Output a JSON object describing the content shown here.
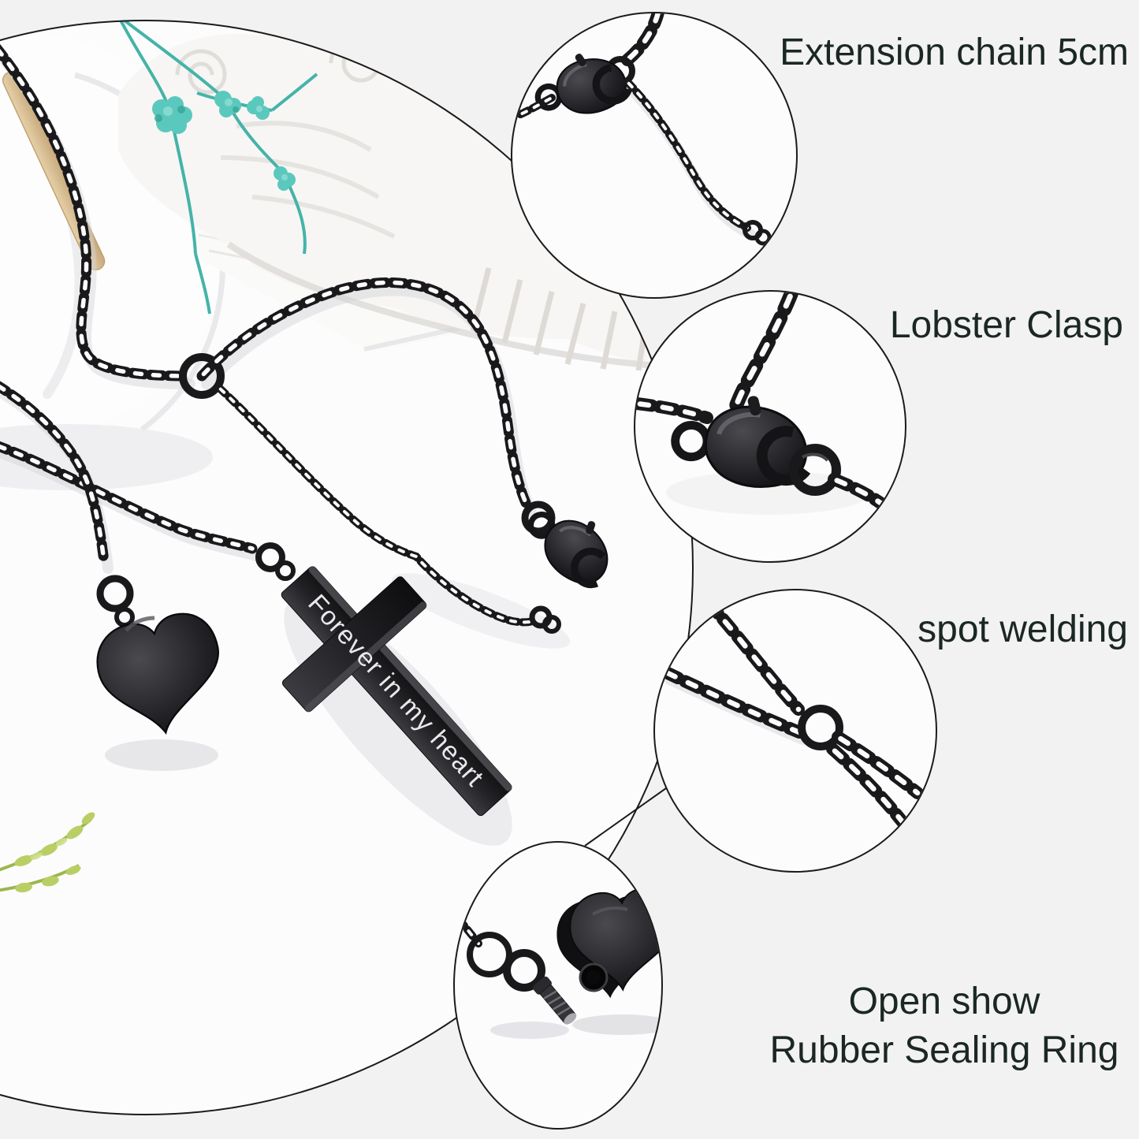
{
  "labels": {
    "extension_chain": "Extension chain 5cm",
    "lobster_clasp": "Lobster Clasp",
    "spot_welding": "spot welding",
    "open_show_line1": "Open show",
    "open_show_line2": "Rubber Sealing Ring"
  },
  "callouts": [
    {
      "id": "extension-chain",
      "label": "Extension chain 5cm"
    },
    {
      "id": "lobster-clasp",
      "label": "Lobster Clasp"
    },
    {
      "id": "spot-welding",
      "label": "spot welding"
    },
    {
      "id": "open-show",
      "label_line1": "Open show",
      "label_line2": "Rubber Sealing Ring"
    }
  ],
  "pendants": {
    "cross_engraving": "Forever in my heart"
  },
  "colors": {
    "background": "#f2f2f3",
    "photo_background": "#fcfcfd",
    "outline_black": "#1b1b1b",
    "label_text": "#1b2723",
    "metal_black": "#1a1a1c",
    "flower_teal": "#55c6ba",
    "paper_blue": "#aecde8",
    "plant_green": "#b5cc65",
    "plaster_white": "#f7f6f4"
  }
}
